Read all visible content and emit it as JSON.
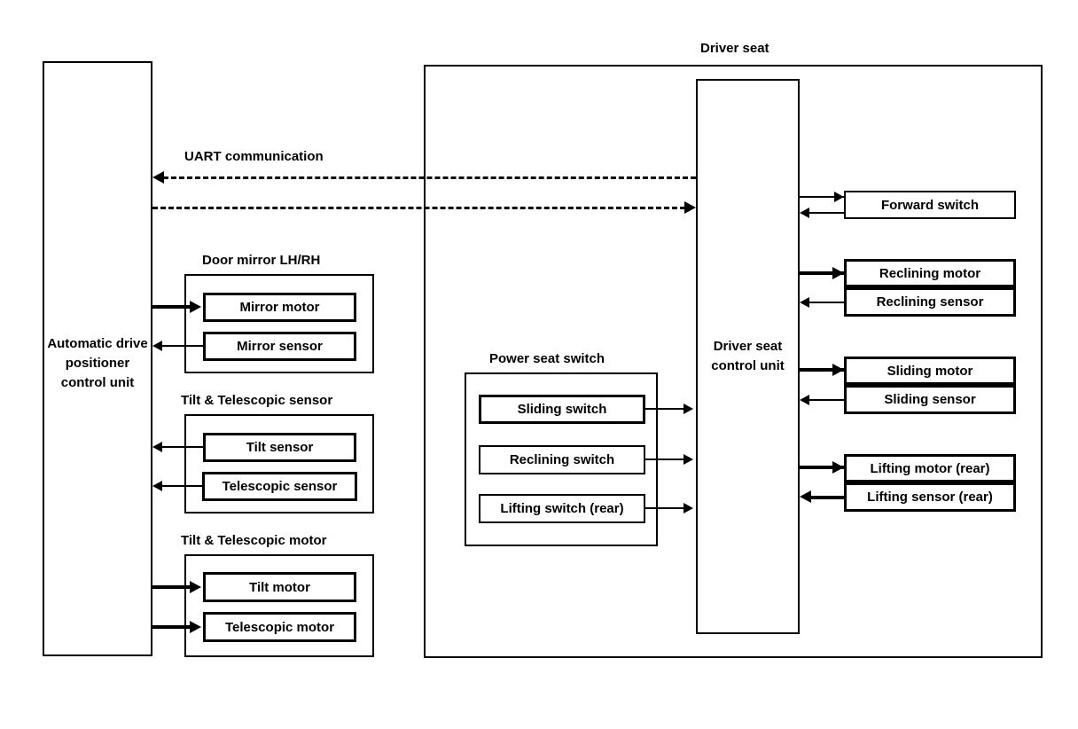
{
  "diagram": {
    "title_driver_seat": "Driver seat",
    "uart_label": "UART communication",
    "adp_unit_label": "Automatic drive positioner control unit",
    "dsc_unit_label": "Driver seat control unit"
  },
  "groups": {
    "door_mirror": {
      "caption": "Door mirror LH/RH",
      "items": [
        {
          "label": "Mirror motor",
          "direction": "out",
          "weight": "thick"
        },
        {
          "label": "Mirror sensor",
          "direction": "in",
          "weight": "thin"
        }
      ]
    },
    "tilt_telescopic_sensor": {
      "caption": "Tilt & Telescopic sensor",
      "items": [
        {
          "label": "Tilt sensor",
          "direction": "in",
          "weight": "thin"
        },
        {
          "label": "Telescopic sensor",
          "direction": "in",
          "weight": "thin"
        }
      ]
    },
    "tilt_telescopic_motor": {
      "caption": "Tilt & Telescopic motor",
      "items": [
        {
          "label": "Tilt motor",
          "direction": "out",
          "weight": "thick"
        },
        {
          "label": "Telescopic motor",
          "direction": "out",
          "weight": "thick"
        }
      ]
    },
    "power_seat_switch": {
      "caption": "Power seat switch",
      "items": [
        {
          "label": "Sliding switch",
          "direction": "out",
          "weight": "thin"
        },
        {
          "label": "Reclining switch",
          "direction": "out",
          "weight": "thin"
        },
        {
          "label": "Lifting switch (rear)",
          "direction": "out",
          "weight": "thin"
        }
      ]
    }
  },
  "seat_devices": [
    {
      "label": "Forward switch",
      "direction": "both",
      "weight": "thin"
    },
    {
      "label": "Reclining motor",
      "direction": "out",
      "weight": "thick"
    },
    {
      "label": "Reclining sensor",
      "direction": "in",
      "weight": "thin"
    },
    {
      "label": "Sliding motor",
      "direction": "out",
      "weight": "thick"
    },
    {
      "label": "Sliding sensor",
      "direction": "in",
      "weight": "thin"
    },
    {
      "label": "Lifting motor (rear)",
      "direction": "out",
      "weight": "thick"
    },
    {
      "label": "Lifting sensor (rear)",
      "direction": "in",
      "weight": "thin"
    }
  ],
  "colors": {
    "line": "#000000",
    "background": "#ffffff"
  }
}
